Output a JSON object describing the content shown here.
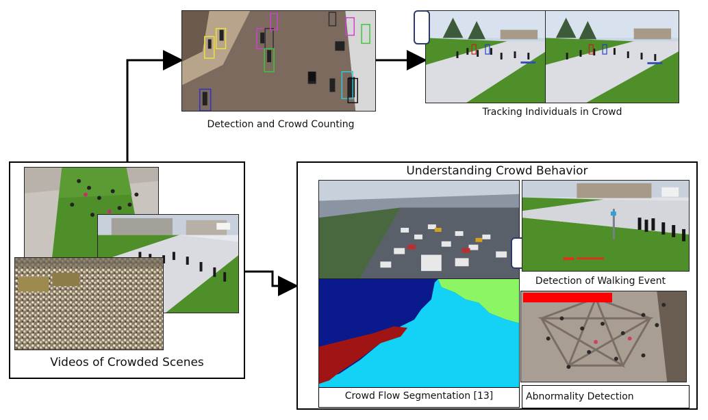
{
  "input_panel": {
    "caption": "Videos of Crowded Scenes"
  },
  "detection": {
    "caption": "Detection and Crowd Counting"
  },
  "tracking": {
    "caption": "Tracking Individuals in Crowd"
  },
  "behavior": {
    "title": "Understanding Crowd Behavior",
    "flow_caption": "Crowd Flow Segmentation [13]",
    "walking_caption": "Detection of Walking Event",
    "abnormality_caption": "Abnormality Detection"
  },
  "colors": {
    "flow_navy": "#0a1a8c",
    "flow_cyan": "#14d2f5",
    "flow_green": "#8cf564",
    "flow_red": "#a01414",
    "alert_red": "#ff0000",
    "grass": "#4f8f2a"
  }
}
